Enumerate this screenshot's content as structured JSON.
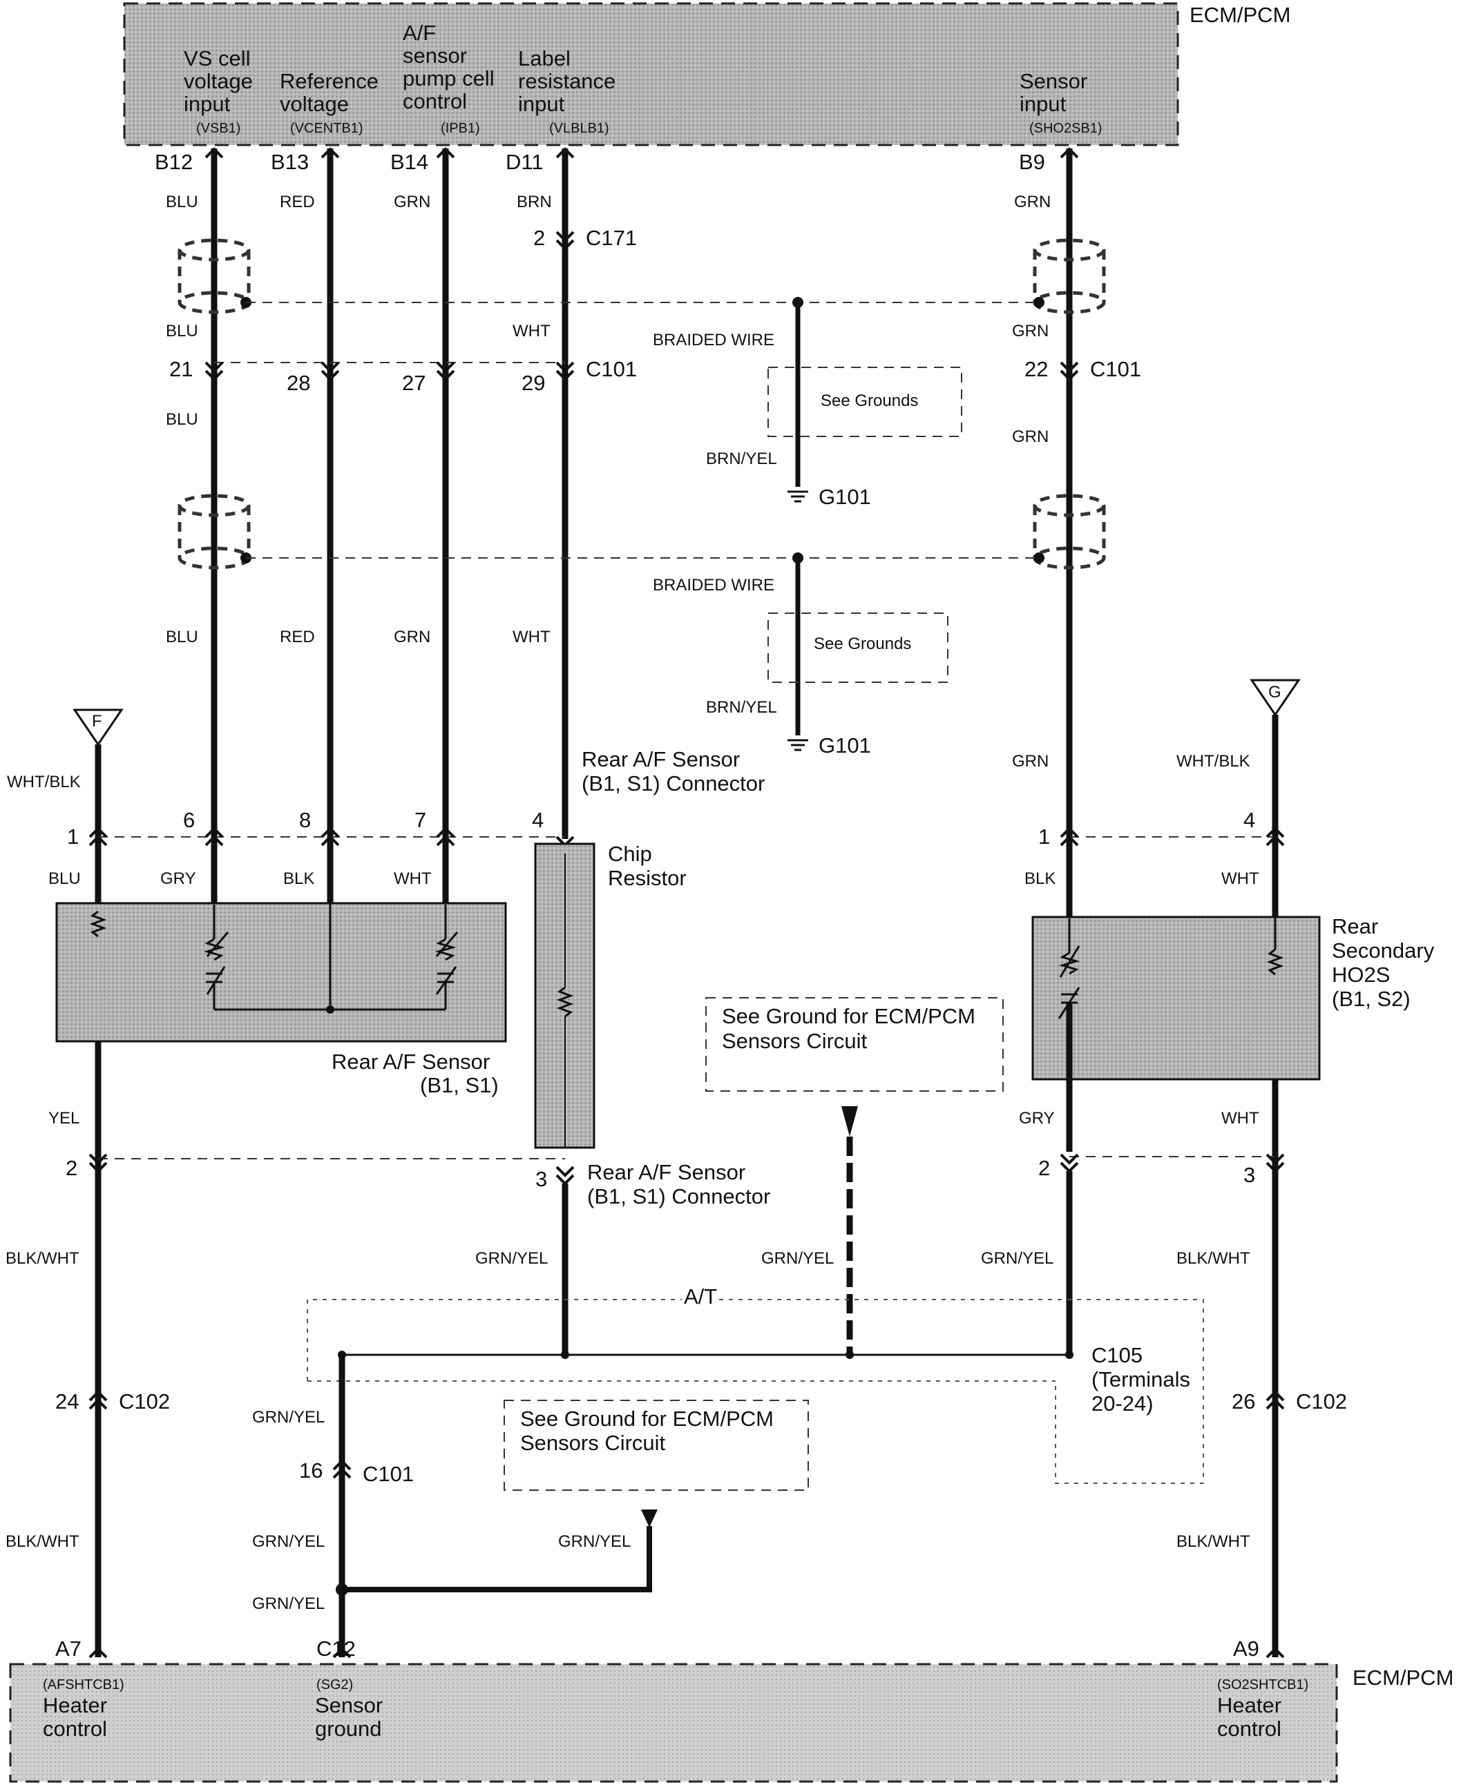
{
  "ecm_top": {
    "title": "ECM/PCM",
    "pins": [
      {
        "id": "B12",
        "lines": [
          "VS cell",
          "voltage",
          "input"
        ],
        "code": "(VSB1)"
      },
      {
        "id": "B13",
        "lines": [
          "Reference",
          "voltage"
        ],
        "code": "(VCENTB1)"
      },
      {
        "id": "B14",
        "lines": [
          "A/F",
          "sensor",
          "pump cell",
          "control"
        ],
        "code": "(IPB1)"
      },
      {
        "id": "D11",
        "lines": [
          "Label",
          "resistance",
          "input"
        ],
        "code": "(VLBLB1)"
      },
      {
        "id": "B9",
        "lines": [
          "Sensor",
          "input"
        ],
        "code": "(SHO2SB1)"
      }
    ]
  },
  "ecm_bottom": {
    "title": "ECM/PCM",
    "pins": [
      {
        "id": "A7",
        "code": "(AFSHTCB1)",
        "lines": [
          "Heater",
          "control"
        ]
      },
      {
        "id": "C12",
        "code": "(SG2)",
        "lines": [
          "Sensor",
          "ground"
        ]
      },
      {
        "id": "A9",
        "code": "(SO2SHTCB1)",
        "lines": [
          "Heater",
          "control"
        ]
      }
    ]
  },
  "wire_colors": {
    "blu": "BLU",
    "red": "RED",
    "grn": "GRN",
    "brn": "BRN",
    "wht": "WHT",
    "gry": "GRY",
    "blk": "BLK",
    "yel": "YEL",
    "wht_blk": "WHT/BLK",
    "blk_wht": "BLK/WHT",
    "grn_yel": "GRN/YEL",
    "brn_yel": "BRN/YEL"
  },
  "connectors": {
    "c171": "C171",
    "c101": "C101",
    "c102": "C102",
    "c105": "C105",
    "c105_note": [
      "(Terminals",
      "20-24)"
    ],
    "g101": "G101",
    "at": "A/T"
  },
  "pin_numbers": {
    "c171_2": "2",
    "c101_21": "21",
    "c101_28": "28",
    "c101_27": "27",
    "c101_29": "29",
    "c101_22": "22",
    "af_1": "1",
    "af_6": "6",
    "af_8": "8",
    "af_7": "7",
    "af_4": "4",
    "af_2": "2",
    "af_3": "3",
    "ho_1": "1",
    "ho_4": "4",
    "ho_2": "2",
    "ho_3": "3",
    "c102_24": "24",
    "c102_26": "26",
    "c101_16": "16"
  },
  "labels": {
    "braided_wire": "BRAIDED WIRE",
    "see_grounds": "See Grounds",
    "af_connector": [
      "Rear A/F Sensor",
      "(B1, S1) Connector"
    ],
    "chip_resistor": [
      "Chip",
      "Resistor"
    ],
    "af_sensor": [
      "Rear A/F Sensor",
      "(B1, S1)"
    ],
    "ho2s": [
      "Rear",
      "Secondary",
      "HO2S",
      "(B1, S2)"
    ],
    "see_ground_ecm": [
      "See Ground for ECM/PCM",
      "Sensors Circuit"
    ],
    "flag_f": "F",
    "flag_g": "G"
  }
}
